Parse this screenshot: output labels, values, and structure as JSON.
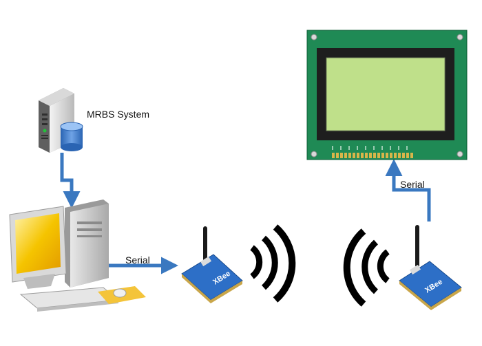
{
  "labels": {
    "server": "MRBS System",
    "serial_left": "Serial",
    "serial_right": "Serial"
  },
  "xbee": {
    "left_text": "XBee",
    "right_text": "XBee"
  },
  "colors": {
    "arrow": "#3a78c0",
    "lcd_board": "#1f8a55",
    "lcd_screen": "#bfe08a",
    "xbee_board": "#2d6fc7",
    "monitor_screen": "#f5c400",
    "wave": "#000000"
  }
}
